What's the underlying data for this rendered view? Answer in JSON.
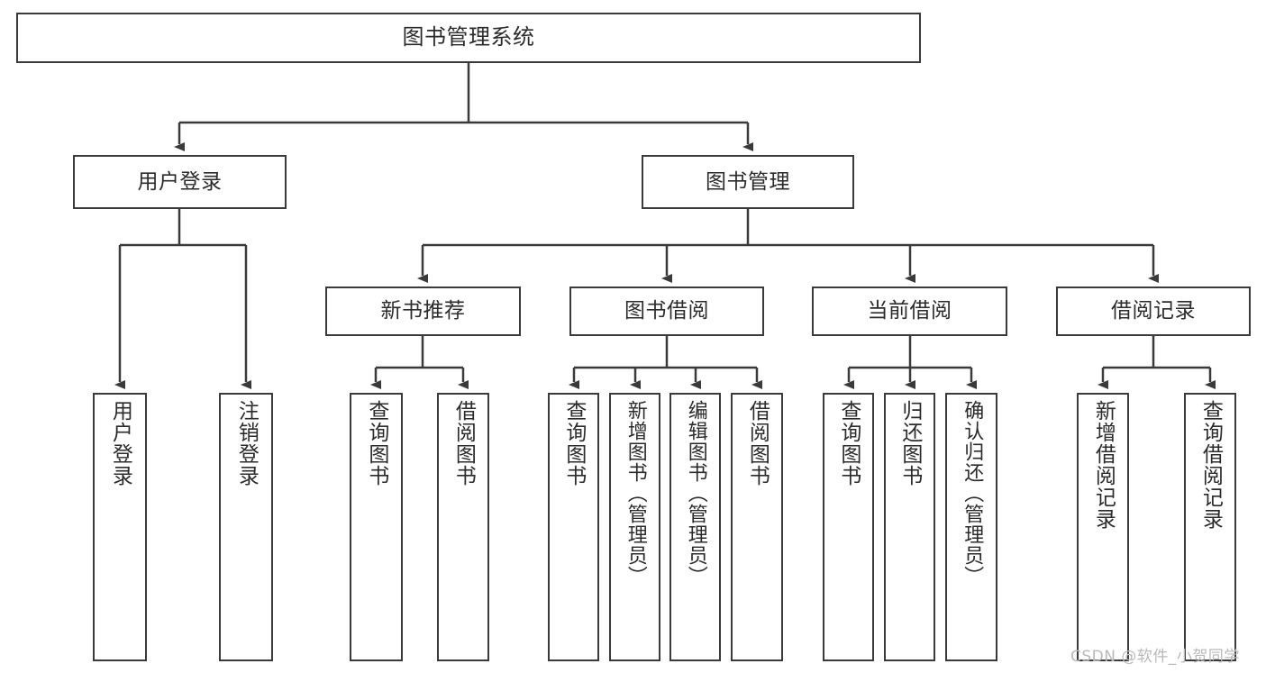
{
  "diagram": {
    "type": "tree-hierarchy",
    "title_node": {
      "label": "图书管理系统"
    },
    "level2": [
      {
        "id": "user-login",
        "label": "用户登录"
      },
      {
        "id": "book-manage",
        "label": "图书管理"
      }
    ],
    "level3": [
      {
        "id": "new-book-recommend",
        "label": "新书推荐"
      },
      {
        "id": "book-borrow",
        "label": "图书借阅"
      },
      {
        "id": "current-borrow",
        "label": "当前借阅"
      },
      {
        "id": "borrow-record",
        "label": "借阅记录"
      }
    ],
    "leaves": {
      "user_login": [
        {
          "id": "leaf-user-login",
          "label": "用户登录"
        },
        {
          "id": "leaf-logout",
          "label": "注销登录"
        }
      ],
      "new_book_recommend": [
        {
          "id": "leaf-query-book-1",
          "label": "查询图书"
        },
        {
          "id": "leaf-borrow-book-1",
          "label": "借阅图书"
        }
      ],
      "book_borrow": [
        {
          "id": "leaf-query-book-2",
          "label": "查询图书"
        },
        {
          "id": "leaf-add-book",
          "label": "新增图书（管理员）"
        },
        {
          "id": "leaf-edit-book",
          "label": "编辑图书（管理员）"
        },
        {
          "id": "leaf-borrow-book-2",
          "label": "借阅图书"
        }
      ],
      "current_borrow": [
        {
          "id": "leaf-query-book-3",
          "label": "查询图书"
        },
        {
          "id": "leaf-return-book",
          "label": "归还图书"
        },
        {
          "id": "leaf-confirm-return",
          "label": "确认归还（管理员）"
        }
      ],
      "borrow_record": [
        {
          "id": "leaf-add-record",
          "label": "新增借阅记录"
        },
        {
          "id": "leaf-query-record",
          "label": "查询借阅记录"
        }
      ]
    },
    "colors": {
      "stroke": "#3a3a3a",
      "text": "#2b2b2b",
      "background": "#ffffff",
      "watermark": "#b9b9b9"
    }
  },
  "watermark": {
    "text": "CSDN @软件_小贺同学"
  }
}
